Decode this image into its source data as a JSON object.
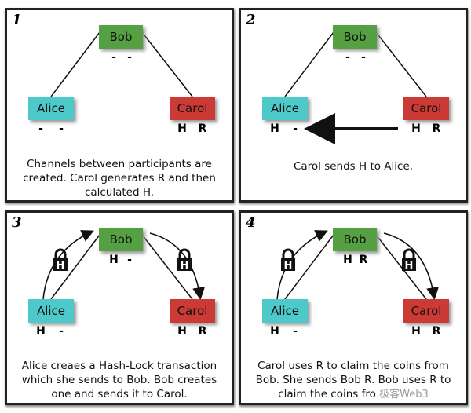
{
  "nodes": {
    "bob": "Bob",
    "alice": "Alice",
    "carol": "Carol"
  },
  "panels": [
    {
      "number": "1",
      "bob": [
        "-",
        "-"
      ],
      "alice": [
        "-",
        "-"
      ],
      "carol": [
        "H",
        "R"
      ],
      "caption": [
        "Channels between participants are",
        "created. Carol generates R and then",
        "calculated H."
      ]
    },
    {
      "number": "2",
      "bob": [
        "-",
        "-"
      ],
      "alice": [
        "H",
        "-"
      ],
      "carol": [
        "H",
        "R"
      ],
      "caption": [
        "Carol sends H to Alice."
      ]
    },
    {
      "number": "3",
      "bob": [
        "H",
        "-"
      ],
      "alice": [
        "H",
        "-"
      ],
      "carol": [
        "H",
        "R"
      ],
      "lock_label": "H",
      "caption": [
        "Alice creaes a Hash-Lock transaction",
        "which she sends to Bob. Bob creates",
        "one and sends it to Carol."
      ]
    },
    {
      "number": "4",
      "bob": [
        "H",
        "R"
      ],
      "alice": [
        "H",
        "-"
      ],
      "carol": [
        "H",
        "R"
      ],
      "lock_label": "H",
      "caption": [
        "Carol uses R to claim the coins from",
        "Bob. She sends Bob R. Bob uses R to",
        "claim the coins fro"
      ]
    }
  ],
  "watermark": "极客Web3"
}
